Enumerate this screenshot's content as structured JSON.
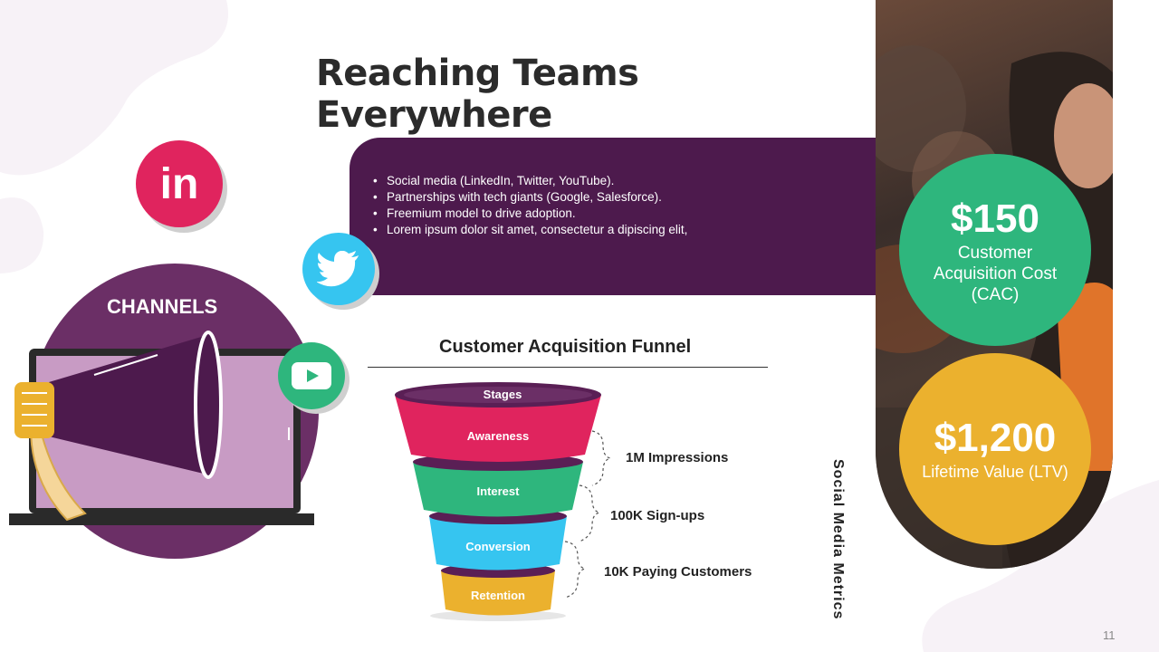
{
  "slide": {
    "title": "Reaching Teams Everywhere",
    "page_number": "11"
  },
  "channels": {
    "label": "CHANNELS",
    "icons": [
      "linkedin-icon",
      "twitter-icon",
      "youtube-icon",
      "megaphone-icon",
      "laptop-icon"
    ],
    "linkedin_text": "in"
  },
  "bullets": [
    "Social media (LinkedIn, Twitter, YouTube).",
    "Partnerships with tech giants (Google, Salesforce).",
    "Freemium model to drive adoption.",
    "Lorem ipsum dolor sit amet, consectetur a  dipiscing elit,"
  ],
  "funnel": {
    "title": "Customer Acquisition Funnel",
    "stages": [
      {
        "label": "Stages",
        "color": "#5a1f55"
      },
      {
        "label": "Awareness",
        "color": "#e0245e"
      },
      {
        "label": "Interest",
        "color": "#2eb67d"
      },
      {
        "label": "Conversion",
        "color": "#36c5f0"
      },
      {
        "label": "Retention",
        "color": "#ecb22e"
      }
    ],
    "metrics": [
      "1M Impressions",
      "100K Sign-ups",
      "10K Paying Customers"
    ],
    "side_title": "Social Media Metrics"
  },
  "kpis": {
    "cac": {
      "value": "$150",
      "label": "Customer Acquisition Cost (CAC)"
    },
    "ltv": {
      "value": "$1,200",
      "label": "Lifetime Value (LTV)"
    }
  },
  "colors": {
    "brand_purple": "#4d1a4d",
    "green": "#2eb67d",
    "yellow": "#ecb22e",
    "pink": "#e0245e",
    "blue": "#36c5f0"
  }
}
